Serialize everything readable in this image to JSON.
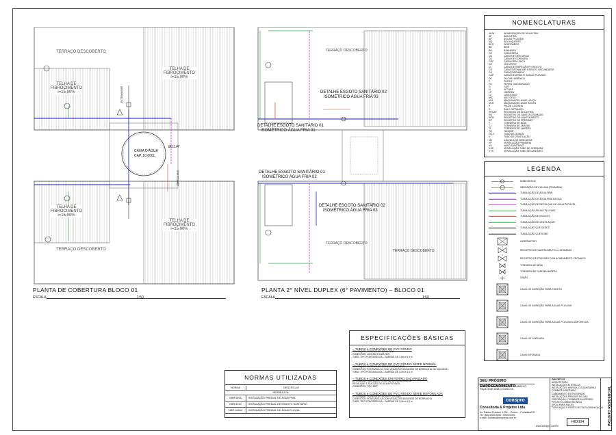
{
  "plans": {
    "left": {
      "title": "PLANTA DE COBERTURA BLOCO 01",
      "scale_label": "ESCALA",
      "scale_value": "1:50"
    },
    "right": {
      "title": "PLANTA 2° NÍVEL DUPLEX (6° PAVIMENTO) – BLOCO 01",
      "scale_label": "ESCALA",
      "scale_value": "1:50"
    }
  },
  "left_plan_labels": {
    "terrace_top": "TERRAÇO DESCOBERTO",
    "terrace_bottom": "TERRAÇO DESCOBERTO",
    "roof_tl": "TELHA DE FIBROCIMENTO i=15,00%",
    "roof_tr": "TELHA DE FIBROCIMENTO i=15,00%",
    "roof_bl": "TELHA DE FIBROCIMENTO i=15,00%",
    "roof_br": "TELHA DE FIBROCIMENTO i=15,00%",
    "tank_name": "CAIXA D'ÁGUA",
    "tank_cap": "CAP.:10.000L",
    "pipe": "Ø1.1/4\"",
    "extravasor": "EXTRAVASOR",
    "limpeza": "LIMPEZA Ø40"
  },
  "right_plan_labels": {
    "terrace_top": "TERRAÇO DESCOBERTO",
    "terrace_mid": "TERRAÇO DESCOBERTO",
    "terrace_bottom": "TERRAÇO DESCOBERTO",
    "detail_a1": "DETALHE ESGOTO SANITÁRIO 02",
    "detail_a2": "ISOMÉTRICO ÁGUA FRIA 03",
    "detail_b1": "DETALHE ESGOTO SANITÁRIO 01",
    "detail_b2": "ISOMÉTRICO ÁGUA FRIA 01",
    "detail_c1": "DETALHE ESGOTO SANITÁRIO 01",
    "detail_c2": "ISOMÉTRICO ÁGUA FRIA 02",
    "detail_d1": "DETALHE ESGOTO SANITÁRIO 02",
    "detail_d2": "ISOMÉTRICO ÁGUA FRIA 03"
  },
  "nomenclaturas": {
    "title": "NOMENCLATURAS",
    "rows": [
      [
        "ALIM",
        "ALIMENTAÇÃO DE ÁGUA FRIA"
      ],
      [
        "AF",
        "ÁGUA FRIA"
      ],
      [
        "AP",
        "ÁGUAS PLUVIAIS"
      ],
      [
        "AQ",
        "ÁGUA QUENTE"
      ],
      [
        "BCS",
        "DESCOBERO"
      ],
      [
        "BD",
        "BIDÊ"
      ],
      [
        "BH",
        "BANHEIRA"
      ],
      [
        "CS",
        "CAIXA SECA"
      ],
      [
        "CD",
        "CAIXA DE DESCARGA"
      ],
      [
        "CG",
        "CAIXA DE GORDURA"
      ],
      [
        "CGF",
        "CAIXA GRAL-FACIL"
      ],
      [
        "CH",
        "CHUVEIRO"
      ],
      [
        "CI",
        "CAIXA DE INSPEÇÃO P/ ESGOTO"
      ],
      [
        "CS",
        "CAIXA SIFONADA P/ ESGOTO SECUNDÁRIO"
      ],
      [
        "CS",
        "CAIXA SIFONADA"
      ],
      [
        "CAP",
        "CAIXA DE AREIA P/ ÁGUAS PLUVIAIS"
      ],
      [
        "DC",
        "DUCHA HIGIÊNICA"
      ],
      [
        "F",
        "FILTRO"
      ],
      [
        "FG",
        "FERRO GALVANIZADO"
      ],
      [
        "G",
        "GÁS"
      ],
      [
        "H",
        "ALTURA"
      ],
      [
        "LP",
        "LIMPEZA"
      ],
      [
        "LV",
        "LAVATÓRIO"
      ],
      [
        "MIC",
        "MICTÓRIO"
      ],
      [
        "MLL",
        "MÁQUINA DE LAVAR LOUÇA"
      ],
      [
        "MLR",
        "MÁQUINA DE LAVAR ROUPA"
      ],
      [
        "P",
        "PIA DE COZINHA"
      ],
      [
        "R",
        "RALO SIFONADO"
      ],
      [
        "RECAF",
        "REGISTRO DE ÁGUA FRIA"
      ],
      [
        "RG",
        "REGISTRO DE GAVETA CROMADO"
      ],
      [
        "RGB",
        "REGISTRO DE GAVETA BRUTO"
      ],
      [
        "RP",
        "REGISTRO DE PRESSÃO"
      ],
      [
        "T",
        "TORNEIRA DE BÓIA"
      ],
      [
        "TJ",
        "TORNEIRA DE JARDIM"
      ],
      [
        "TL",
        "TORNEIRA DE LIMPEZA"
      ],
      [
        "TQ",
        "TANQUE"
      ],
      [
        "TQ-V",
        "TUBO DE QUEDA"
      ],
      [
        "V",
        "TUBO DE VENTILAÇÃO"
      ],
      [
        "VD",
        "VÁLVULA DE DESCARGA"
      ],
      [
        "VP",
        "VENTILAÇÃO PRIMÁRIA"
      ],
      [
        "VS",
        "VASO SANITÁRIO"
      ],
      [
        "VSS",
        "VENTILAÇÃO TUBO DE GORDURA"
      ],
      [
        "VTS",
        "VENTILAÇÃO TUBO SECUNDÁRIO"
      ]
    ]
  },
  "legenda": {
    "title": "LEGENDA",
    "items": [
      {
        "label": "SOBE/DESCE",
        "kind": "arrow",
        "color": "#222222"
      },
      {
        "label": "INDICAÇÃO DE COLUNA (PRUMADA)",
        "kind": "circle",
        "color": "#222222"
      },
      {
        "label": "TUBULAÇÃO DE ÁGUA FRIA",
        "kind": "line",
        "color": "#1a1adb"
      },
      {
        "label": "TUBULAÇÃO DE ÁGUA FRIA DA RUA",
        "kind": "line",
        "color": "#7a2bd6"
      },
      {
        "label": "TUBULAÇÃO DE RECALQUE DE ÁGUA POTÁVEL",
        "kind": "line",
        "color": "#d62bd6"
      },
      {
        "label": "TUBULAÇÃO ÁGUAS PLUVIAIS",
        "kind": "line",
        "color": "#1fb541"
      },
      {
        "label": "TUBULAÇÃO DE ESGOTO",
        "kind": "line",
        "color": "#e3382b"
      },
      {
        "label": "TUBULAÇÃO DE VENTILAÇÃO",
        "kind": "line",
        "color": "#1fb541"
      },
      {
        "label": "TUBULAÇÃO QUE DESCE",
        "kind": "line",
        "color": "#222222"
      },
      {
        "label": "TUBULAÇÃO QUE SOBE",
        "kind": "line",
        "color": "#222222"
      },
      {
        "label": "HIDRÔMETRO",
        "kind": "meter",
        "color": "#222222"
      },
      {
        "label": "REGISTRO DE GAVETA BRUTO ou CROMADO",
        "kind": "valve",
        "color": "#222222"
      },
      {
        "label": "REGISTRO DE PRESSÃO COM ACABAMENTO CROMADO",
        "kind": "valve",
        "color": "#222222"
      },
      {
        "label": "TORNEIRA DE BÓIA",
        "kind": "tap",
        "color": "#222222"
      },
      {
        "label": "TORNEIRA DE JARDIM/LIMPEZA",
        "kind": "tap",
        "color": "#222222"
      },
      {
        "label": "UNIÃO",
        "kind": "union",
        "color": "#222222"
      },
      {
        "label": "CAIXA DE INSPEÇÃO PARA ESGOTO",
        "kind": "box",
        "color": "#222222"
      },
      {
        "label": "CAIXA DE INSPEÇÃO PARA ÁGUAS PLUVIAIS",
        "kind": "box",
        "color": "#222222"
      },
      {
        "label": "CAIXA DE INSPEÇÃO PARA ÁGUAS PLUVIAIS COM GRELHA",
        "kind": "box",
        "color": "#222222"
      },
      {
        "label": "CAIXA DE GORDURA",
        "kind": "box",
        "color": "#222222"
      },
      {
        "label": "CAIXA SIFONADA",
        "kind": "box",
        "color": "#222222"
      }
    ]
  },
  "especificacoes": {
    "title": "ESPECIFICAÇÕES BÁSICAS",
    "blocks": [
      {
        "head": "– TUBOS e CONEXÕES DE PVC RÍGIDO",
        "lines": [
          "APLICAÇÃO: SISTEMA DE ÁGUA FRIA",
          "CONEXÕES: JUNTAS SOLDÁVEIS",
          "TUBO: TIPO PONTA/BOLSA – BARRAS DE 3,0m e 6,0 m"
        ]
      },
      {
        "head": "– TUBOS e CONEXÕES DE PVC RÍGIDO SÉRIE NORMAL",
        "lines": [
          "APLICAÇÃO: SISTEMA DE ESGOTO SANITÁRIO",
          "CONEXÕES: PONTA/BOLSA COM VEDAÇÕES EM ANÉIS DE BORRACHA OU SOLDÁVEL",
          "TUBO: TIPO PONTA/BOLSA – BARRAS DE 3,0m e 6,0 m"
        ]
      },
      {
        "head": "– TUBOS e CONEXÕES EM FERRO GALVANIZADO",
        "lines": [
          "APLICAÇÃO: HIDRÔMETRO GERAL DO CONDOMÍNIO",
          "RECALQUE E SUCÇÃO DE ÁGUA POTÁVEL",
          "CONEXÕES: TIPO BSP"
        ]
      },
      {
        "head": "– TUBOS e CONEXÕES DE PVC RÍGIDO SÉRIE REFORÇADA",
        "lines": [
          "APLICAÇÃO: SISTEMA DE ÁGUAS PLUVIAIS",
          "CONEXÕES: PONTA/BOLSA COM VEDAÇÕES EM ANÉIS DE BORRACHA",
          "TUBO: TIPO PONTA/BOLSA – BARRAS DE 3,0m e 6,0 m"
        ]
      }
    ]
  },
  "normas": {
    "title": "NORMAS UTILIZADAS",
    "col_norma": "NORMA",
    "col_desc": "DESCRICAO",
    "group": "HIDRÁULICA",
    "rows": [
      [
        "NBR 5626",
        "INSTALAÇÃO PREDIAL DE ÁGUA FRIA"
      ],
      [
        "NBR 8160",
        "INSTALAÇÃO PREDIAL DE ESGOTO SANITÁRIO"
      ],
      [
        "NBR 10844",
        "INSTALAÇÃO PREDIAL DE ÁGUA PLUVIAL"
      ]
    ]
  },
  "title_block": {
    "project_name": "SEU PRÓXIMO EMPREENDIMENTO",
    "address_line1": "VENHA CONHECER NOSSO TRABALHO",
    "address_line2": "FAÇA HOJE UMA CONSULTA",
    "company": "Consultoria & Projetos Ltda",
    "company_addr": "Av. Santos Dumont, 1234 – Centro – Fortaleza/CE",
    "company_contact": "Tel: (85) 0000-0000 / 0000-0000",
    "company_email": "e-mail: contato@empresa.com.br",
    "brand_logo": "conspro",
    "sheet_code": "HID004",
    "website": "www.conspro.com.br",
    "side_label": "PROJETO RESIDENCIAL",
    "projects_head": "PROJETOS",
    "projects": [
      "ARQUITETURA",
      "INSTALAÇÕES ELÉTRICAS",
      "INSTALAÇÕES HIDRÁULICO-SANITÁRIAS",
      "COMBATE A INCÊNDIO",
      "CABEAMENTO ESTRUTURADO",
      "INSTALAÇÕES PREDIAIS DE GÁS",
      "PREVENÇÃO E COMBATE A INCÊNDIO",
      "PROJETO LUMINOTÉCNICO",
      "SPDA (PARA-RAIOS)",
      "TUBULAÇÃO E REDES DE TELECOMUNICAÇÃO"
    ]
  },
  "colors": {
    "cold_water": "#1a1adb",
    "street_water": "#7a2bd6",
    "pump_water": "#d62bd6",
    "rain_water": "#1fb541",
    "sewer": "#e3382b",
    "text_red": "#d83a2e"
  }
}
